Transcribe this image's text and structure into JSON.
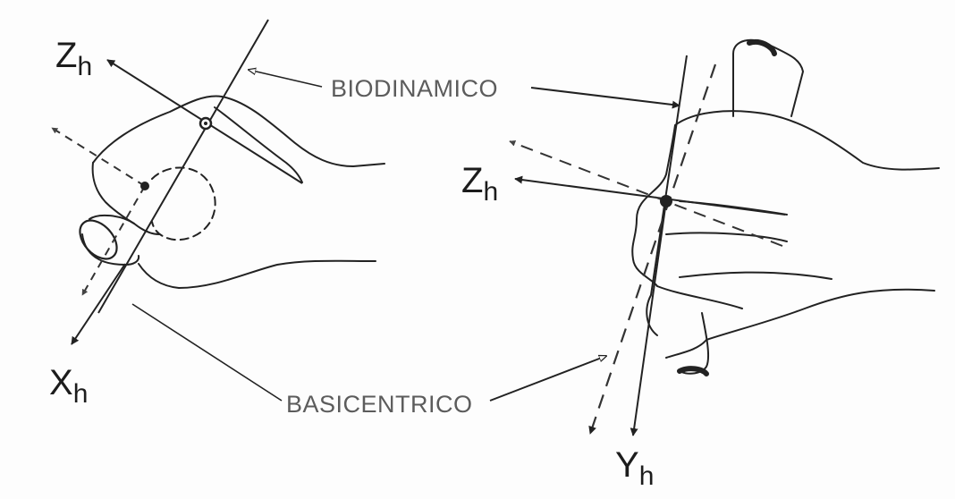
{
  "figure": {
    "callouts": {
      "biodinamico": "BIODINAMICO",
      "basicentrico": "BASICENTRICO"
    },
    "left_hand": {
      "z_axis": {
        "letter": "Z",
        "sub": "h"
      },
      "x_axis": {
        "letter": "X",
        "sub": "h"
      }
    },
    "right_hand": {
      "z_axis": {
        "letter": "Z",
        "sub": "h"
      },
      "y_axis": {
        "letter": "Y",
        "sub": "h"
      }
    }
  }
}
